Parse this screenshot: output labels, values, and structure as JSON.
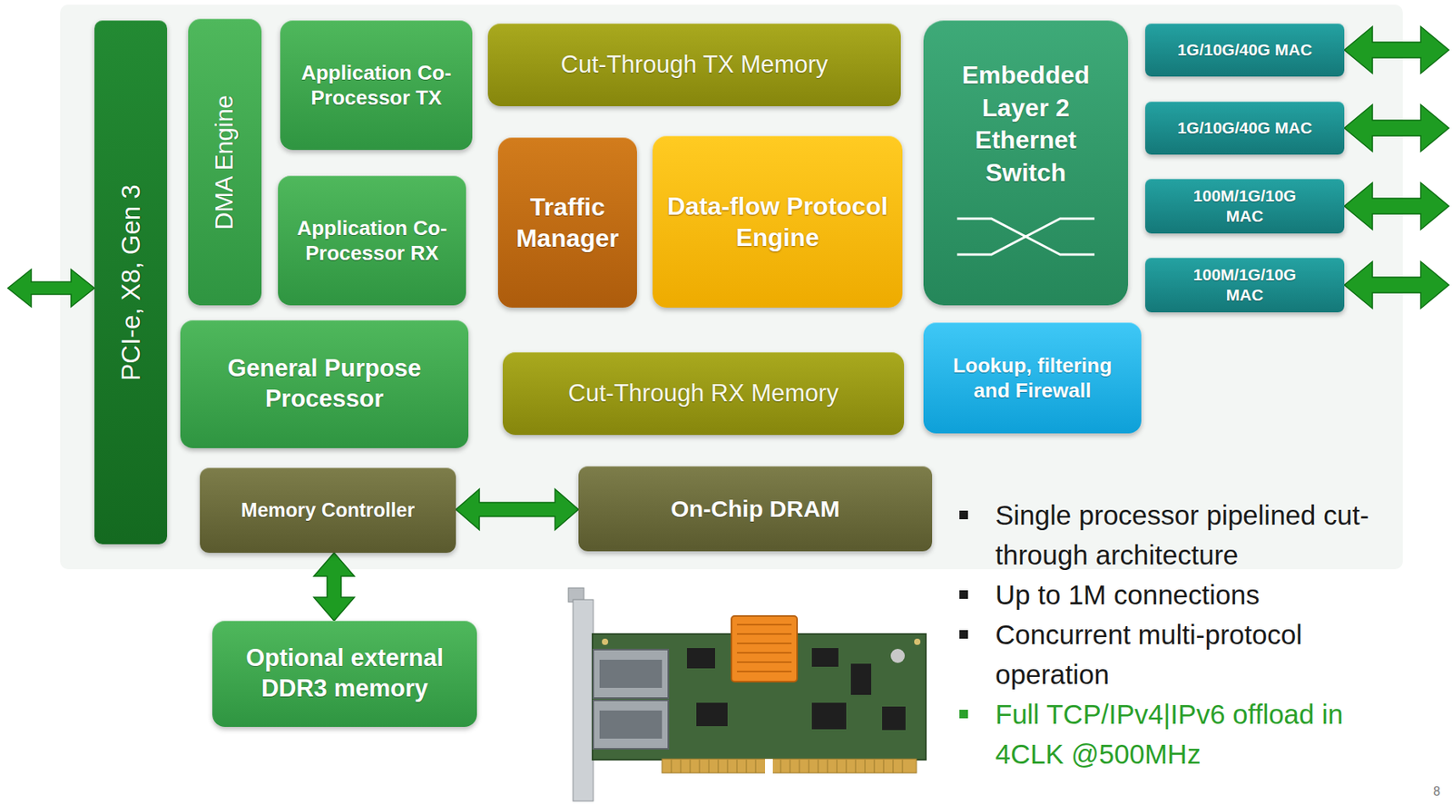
{
  "diagram": {
    "nodes": [
      {
        "text": [
          "PCI-e, X8, Gen 3"
        ]
      },
      {
        "text": [
          "DMA Engine"
        ]
      },
      {
        "text": [
          "Application Co-Processor TX"
        ]
      },
      {
        "text": [
          "Cut-Through TX Memory"
        ]
      },
      {
        "text": [
          "Embedded Layer 2 Ethernet Switch"
        ]
      },
      {
        "text": [
          "1G/10G/40G MAC"
        ]
      },
      {
        "text": [
          "1G/10G/40G MAC"
        ]
      },
      {
        "text": [
          "Application Co-Processor RX"
        ]
      },
      {
        "text": [
          "Traffic Manager"
        ]
      },
      {
        "text": [
          "Data-flow Protocol Engine"
        ]
      },
      {
        "text": [
          "100M/1G/10G MAC"
        ]
      },
      {
        "text": [
          "100M/1G/10G MAC"
        ]
      },
      {
        "text": [
          "General Purpose Processor"
        ]
      },
      {
        "text": [
          "Cut-Through RX Memory"
        ]
      },
      {
        "text": [
          "Lookup, filtering and Firewall"
        ]
      },
      {
        "text": [
          "Memory Controller"
        ]
      },
      {
        "text": [
          "On-Chip DRAM"
        ]
      },
      {
        "text": [
          "Optional external DDR3 memory"
        ]
      }
    ],
    "edges": [
      {
        "from": 15,
        "to": 16,
        "arrow": "both"
      },
      {
        "from": 15,
        "to": 17,
        "arrow": "both"
      }
    ],
    "labels": [
      "Single processor pipelined cut-through architecture",
      "Up to 1M connections",
      "Concurrent multi-protocol operation",
      "Full TCP/IPv4|IPv6 offload in 4CLK @500MHz",
      "8"
    ]
  }
}
